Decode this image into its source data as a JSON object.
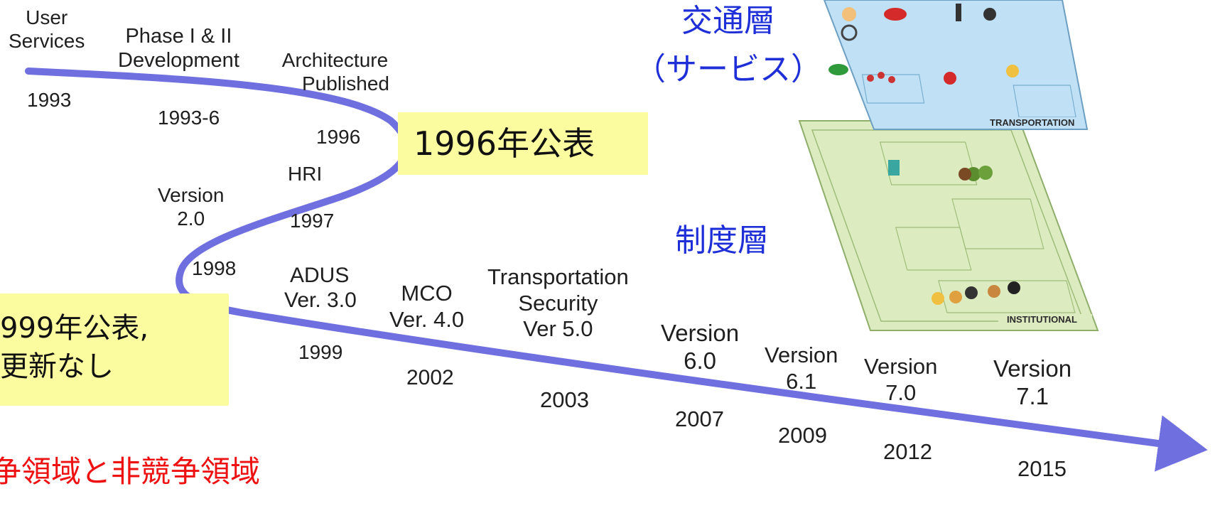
{
  "timeline": {
    "milestones": [
      {
        "id": "user-services",
        "label_lines": [
          "User",
          "Services"
        ],
        "year": "1993"
      },
      {
        "id": "phase-dev",
        "label_lines": [
          "Phase I & II",
          "Development"
        ],
        "year": "1993-6"
      },
      {
        "id": "architecture",
        "label_lines": [
          "Architecture",
          "Published"
        ],
        "year": "1996"
      },
      {
        "id": "hri",
        "label_lines": [
          "HRI"
        ],
        "year": "1997"
      },
      {
        "id": "version-2",
        "label_lines": [
          "Version",
          "2.0"
        ],
        "year": "1998"
      },
      {
        "id": "adus",
        "label_lines": [
          "ADUS",
          "Ver. 3.0"
        ],
        "year": "1999"
      },
      {
        "id": "mco",
        "label_lines": [
          "MCO",
          "Ver. 4.0"
        ],
        "year": "2002"
      },
      {
        "id": "transportation-security",
        "label_lines": [
          "Transportation",
          "Security",
          "Ver 5.0"
        ],
        "year": "2003"
      },
      {
        "id": "version-6-0",
        "label_lines": [
          "Version",
          "6.0"
        ],
        "year": "2007"
      },
      {
        "id": "version-6-1",
        "label_lines": [
          "Version",
          "6.1"
        ],
        "year": "2009"
      },
      {
        "id": "version-7-0",
        "label_lines": [
          "Version",
          "7.0"
        ],
        "year": "2012"
      },
      {
        "id": "version-7-1",
        "label_lines": [
          "Version",
          "7.1"
        ],
        "year": "2015"
      }
    ],
    "curve_color": "#6f6fe0"
  },
  "callouts": {
    "published_1996": "1996年公表",
    "published_1999_line1": "999年公表,",
    "published_1999_line2": "更新なし"
  },
  "layers": {
    "transport_label_line1": "交通層",
    "transport_label_line2": "（サービス）",
    "institutional_label": "制度層",
    "transport_plane_text": "TRANSPORTATION",
    "institutional_plane_text": "INSTITUTIONAL",
    "transport_color": "#bfe0f5",
    "institutional_color": "#dcebc0",
    "label_color": "#1f2fd8"
  },
  "footer": {
    "red_caption": "争領域と非競争領域",
    "red_color": "#ee1111"
  }
}
